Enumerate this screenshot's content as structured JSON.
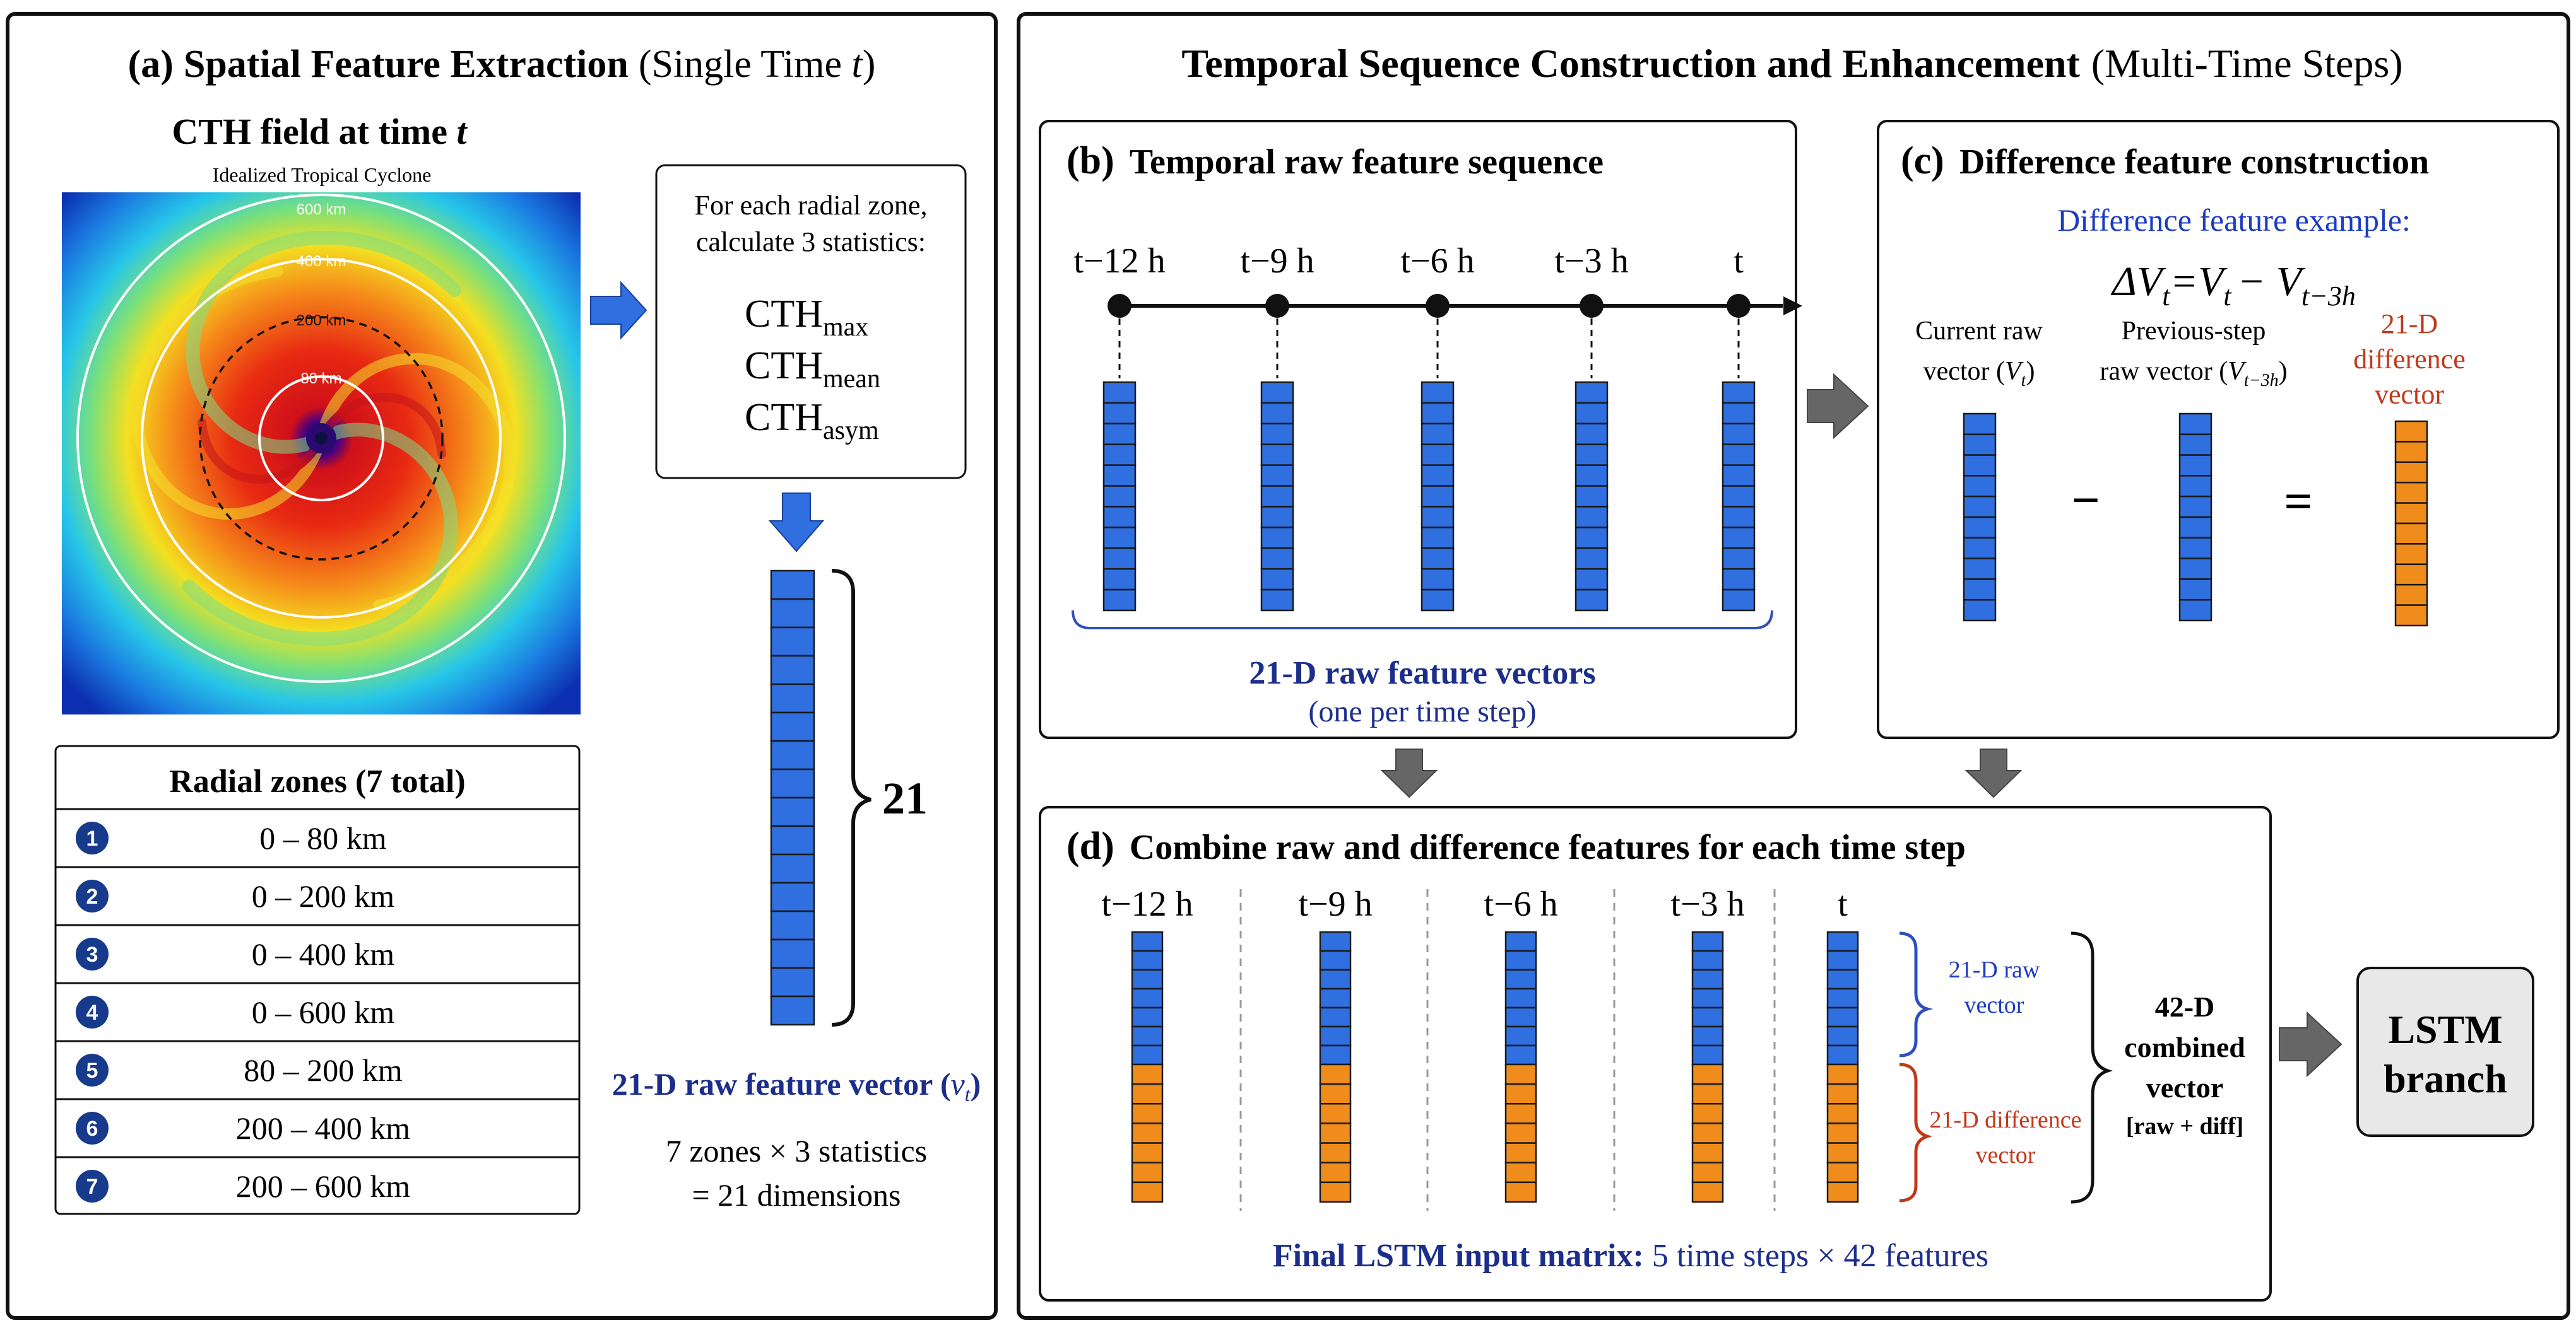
{
  "panel_a": {
    "letter": "(a)",
    "title_bold": "Spatial Feature Extraction",
    "title_normal": "(Single Time ",
    "title_var": "t",
    "title_close": ")",
    "cth_title": "CTH field at time ",
    "cth_title_var": "t",
    "subtitle": "Idealized Tropical Cyclone",
    "rings": [
      "600 km",
      "400 km",
      "200 km",
      "80 km"
    ],
    "stats_box": {
      "line1": "For each radial zone,",
      "line2": "calculate 3 statistics:",
      "stat1_base": "CTH",
      "stat1_sub": "max",
      "stat2_base": "CTH",
      "stat2_sub": "mean",
      "stat3_base": "CTH",
      "stat3_sub": "asym"
    },
    "zones_header": "Radial zones (7 total)",
    "zones": [
      {
        "num": "1",
        "range": "0 – 80  km"
      },
      {
        "num": "2",
        "range": "0 – 200  km"
      },
      {
        "num": "3",
        "range": "0 – 400  km"
      },
      {
        "num": "4",
        "range": "0 – 600  km"
      },
      {
        "num": "5",
        "range": "80 – 200  km"
      },
      {
        "num": "6",
        "range": "200 – 400  km"
      },
      {
        "num": "7",
        "range": "200 – 600  km"
      }
    ],
    "brace_label": "21",
    "vector_label": "21-D raw feature vector (",
    "vector_label_var": "v",
    "vector_label_sub": "t",
    "vector_label_close": ")",
    "dims_line1": "7 zones × 3 statistics",
    "dims_line2": "= 21 dimensions"
  },
  "right": {
    "title_bold": "Temporal Sequence Construction and Enhancement",
    "title_normal": "(Multi-Time Steps)"
  },
  "panel_b": {
    "letter": "(b)",
    "title": "Temporal raw feature sequence",
    "time_labels": [
      "t−12 h",
      "t−9 h",
      "t−6 h",
      "t−3 h",
      "t"
    ],
    "label1": "21-D raw feature vectors",
    "label2": "(one per time step)"
  },
  "panel_c": {
    "letter": "(c)",
    "title": "Difference feature construction",
    "example_label": "Difference feature example:",
    "formula": "ΔV",
    "formula_sub_t": "t",
    "formula_eq": "=V",
    "formula_minus": "− V",
    "formula_sub_t3": "t−3h",
    "current_line1": "Current raw",
    "current_line2": "vector (",
    "current_var": "V",
    "current_sub": "t",
    "current_close": ")",
    "prev_line1": "Previous-step",
    "prev_line2": "raw vector (",
    "prev_var": "V",
    "prev_sub": "t−3h",
    "prev_close": ")",
    "diff_line1": "21-D",
    "diff_line2": "difference",
    "diff_line3": "vector",
    "minus": "−",
    "equals": "="
  },
  "panel_d": {
    "letter": "(d)",
    "title": "Combine raw and difference features for each time step",
    "time_labels": [
      "t−12 h",
      "t−9 h",
      "t−6 h",
      "t−3 h",
      "t"
    ],
    "raw_line1": "21-D raw",
    "raw_line2": "vector",
    "diff_line1": "21-D difference",
    "diff_line2": "vector",
    "combined_line1": "42-D",
    "combined_line2": "combined",
    "combined_line3": "vector",
    "combined_line4": "[raw + diff]",
    "final_bold": "Final LSTM input matrix:",
    "final_normal": " 5 time steps × 42 features"
  },
  "lstm": {
    "line1": "LSTM",
    "line2": "branch"
  },
  "colors": {
    "raw_blue": "#2f6fe0",
    "diff_orange": "#f08c1c",
    "navy_text": "#1c2e8c",
    "red_text": "#c0391b",
    "zone_circle": "#173a8c",
    "arrow_blue": "#2f6fe0",
    "arrow_gray": "#666666"
  }
}
